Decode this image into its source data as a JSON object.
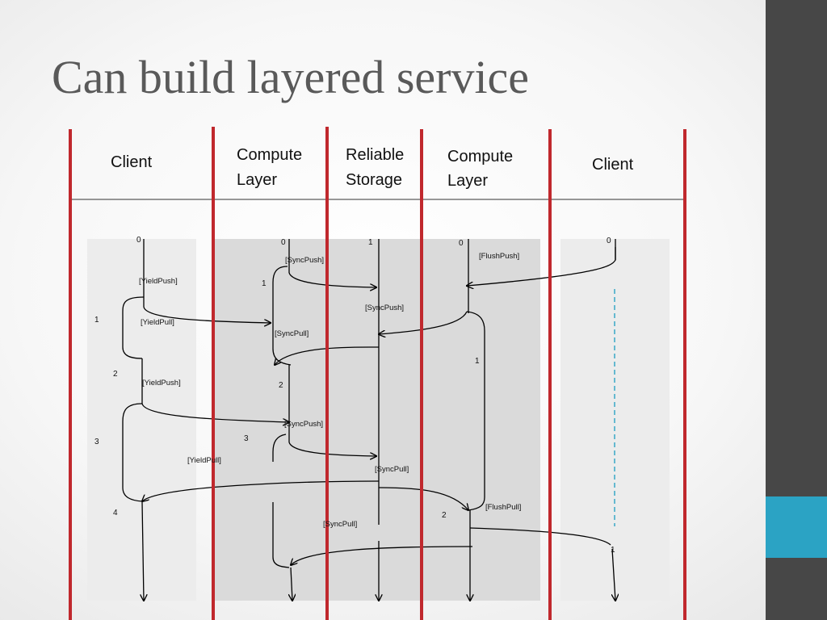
{
  "slide": {
    "title": "Can build layered service"
  },
  "colors": {
    "lane_divider": "#c0282d",
    "sidebar": "#474747",
    "sidebar_accent": "#2ba3c4",
    "panel_light": "#ececec",
    "panel_dark": "#dadada",
    "dashed_line": "#2ba3c4"
  },
  "lanes": [
    {
      "title_line1": "Client",
      "title_line2": ""
    },
    {
      "title_line1": "Compute",
      "title_line2": "Layer"
    },
    {
      "title_line1": "Reliable",
      "title_line2": "Storage"
    },
    {
      "title_line1": "Compute",
      "title_line2": "Layer"
    },
    {
      "title_line1": "Client",
      "title_line2": ""
    }
  ],
  "labels": {
    "client1_0": "0",
    "client1_1": "1",
    "client1_2": "2",
    "client1_3": "3",
    "client1_4": "4",
    "yield_push_1": "[YieldPush]",
    "yield_pull_1": "[YieldPull]",
    "yield_push_2": "[YieldPush]",
    "yield_pull_2": "[YieldPull]",
    "compute1_0": "0",
    "compute1_1": "1",
    "compute1_2": "2",
    "compute1_3": "3",
    "sync_push_1": "[SyncPush]",
    "sync_pull_1": "[SyncPull]",
    "sync_push_2": "[SyncPush]",
    "sync_pull_2": "[SyncPull]",
    "storage_1": "1",
    "storage_sync_push": "[SyncPush]",
    "storage_sync_pull": "[SyncPull]",
    "compute2_0": "0",
    "compute2_1": "1",
    "compute2_2": "2",
    "flush_push": "[FlushPush]",
    "flush_pull": "[FlushPull]",
    "client2_0": "0",
    "client2_1": "1"
  }
}
